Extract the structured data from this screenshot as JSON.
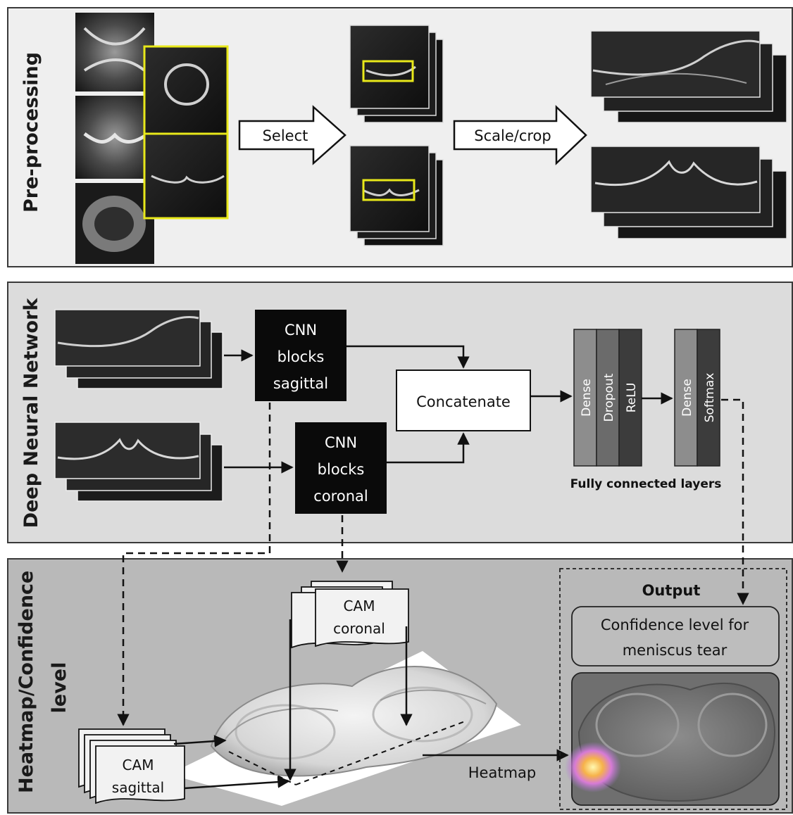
{
  "sections": {
    "preprocessing": "Pre-processing",
    "network": "Deep Neural Network",
    "heatmap_line1": "Heatmap/Confidence",
    "heatmap_line2": "level"
  },
  "arrows": {
    "select": "Select",
    "scale_crop": "Scale/crop"
  },
  "cnn_sagittal": [
    "CNN",
    "blocks",
    "sagittal"
  ],
  "cnn_coronal": [
    "CNN",
    "blocks",
    "coronal"
  ],
  "concatenate": "Concatenate",
  "fc_layers": {
    "group1": [
      "Dense",
      "Dropout",
      "ReLU"
    ],
    "group2": [
      "Dense",
      "Softmax"
    ],
    "caption": "Fully connected layers"
  },
  "cam_coronal": [
    "CAM",
    "coronal"
  ],
  "cam_sagittal": [
    "CAM",
    "sagittal"
  ],
  "heatmap_label": "Heatmap",
  "output": {
    "title": "Output",
    "confidence": [
      "Confidence level for",
      "meniscus tear"
    ]
  },
  "colors": {
    "panel1": "#efefef",
    "panel2": "#dcdcdc",
    "panel3": "#b9b9b9",
    "highlight": "#e8e81a",
    "cnn_block": "#0a0a0a",
    "dense": "#8a8a8a",
    "relu": "#3c3c3c"
  }
}
